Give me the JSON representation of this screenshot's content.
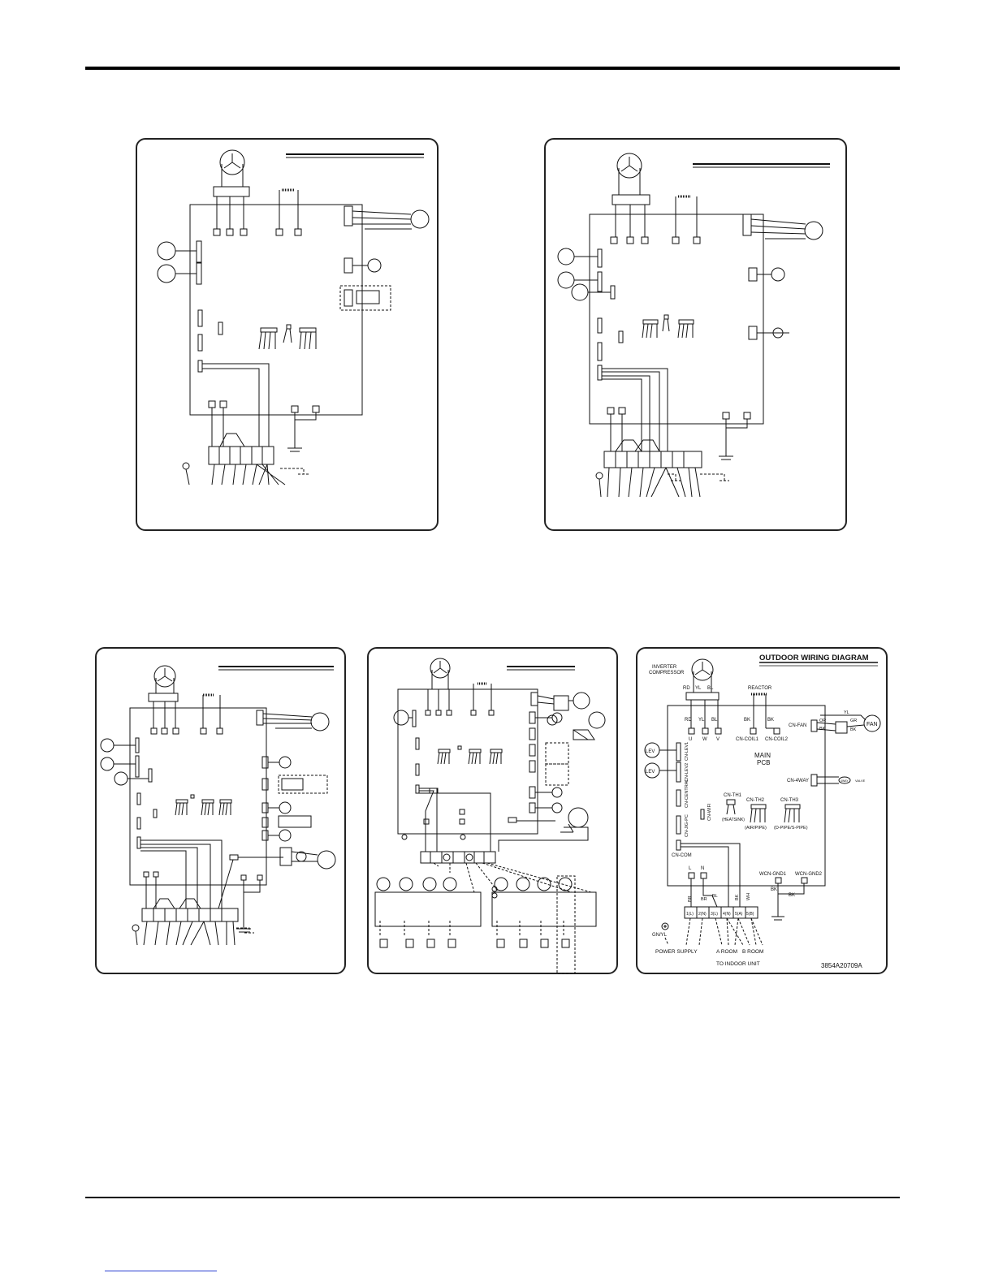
{
  "outdoor_diagram": {
    "title": "OUTDOOR WIRING DIAGRAM",
    "compressor_label_1": "INVERTER",
    "compressor_label_2": "COMPRESSOR",
    "reactor_label": "REACTOR",
    "compressor_wires": [
      "RD",
      "YL",
      "BL"
    ],
    "pcb_wires": [
      "RD",
      "YL",
      "BL"
    ],
    "uvw": [
      "U",
      "W",
      "V"
    ],
    "reactor_wires": [
      "BK",
      "BK"
    ],
    "coil_labels": [
      "CN-COIL1",
      "CN-COIL2"
    ],
    "fan_connector": "CN-FAN",
    "fan_label": "FAN",
    "fan_wires": [
      "YL",
      "OR",
      "BK",
      "GR",
      "BK"
    ],
    "lev_labels": [
      "LEV",
      "LEV"
    ],
    "lev_connectors": [
      "CN-LEV1",
      "CN-LEV2"
    ],
    "pcb_label_1": "MAIN",
    "pcb_label_2": "PCB",
    "four_way_connector": "CN-4WAY",
    "four_way_label_1": "4WAY",
    "four_way_label_2": "VALVE",
    "left_connectors": [
      "CN-CENTRAL",
      "CN-JIG-PC"
    ],
    "wifi_connector": "CN-WIFI",
    "th1_label": "CN-TH1",
    "th1_sub": "(HEATSINK)",
    "th2_label": "CN-TH2",
    "th2_sub": "(AIR/PIPE)",
    "th3_label": "CN-TH3",
    "th3_sub": "(D-PIPE/S-PIPE)",
    "com_connector": "CN-COM",
    "power_terminals": [
      "L",
      "N"
    ],
    "gnd_labels": [
      "WCN-GND1",
      "WCN-GND2"
    ],
    "gnd_wires": [
      "BK",
      "BK"
    ],
    "terminal_wires": [
      "BR",
      "BR",
      "BL",
      "BK",
      "WH"
    ],
    "terminal_labels": [
      "1(L)",
      "2(N)",
      "3(L)",
      "4(N)",
      "5(A)",
      "5(B)"
    ],
    "ground_label": "GN/YL",
    "bottom_labels": [
      "POWER SUPPLY",
      "A ROOM",
      "B ROOM"
    ],
    "indoor_label": "TO INDOOR UNIT",
    "part_number": "3854A20709A"
  },
  "colors": {
    "ink": "#111111",
    "rule": "#000000",
    "link": "#2a3fd0"
  }
}
